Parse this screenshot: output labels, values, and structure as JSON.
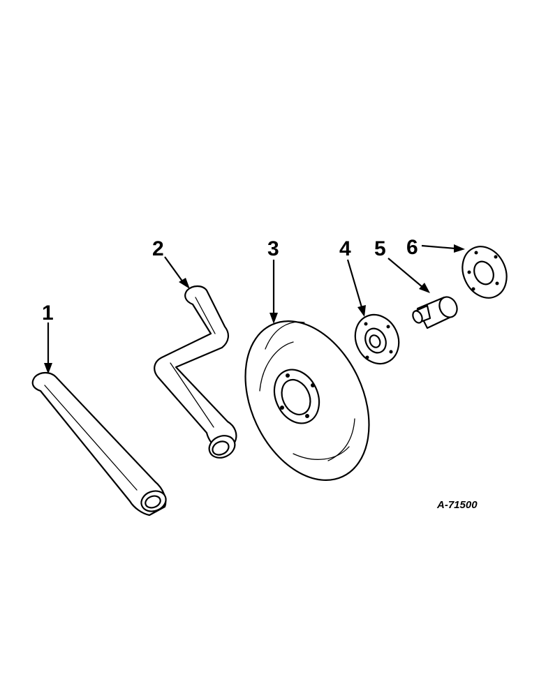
{
  "diagram": {
    "callouts": [
      {
        "id": "1",
        "label": "1"
      },
      {
        "id": "2",
        "label": "2"
      },
      {
        "id": "3",
        "label": "3"
      },
      {
        "id": "4",
        "label": "4"
      },
      {
        "id": "5",
        "label": "5"
      },
      {
        "id": "6",
        "label": "6"
      }
    ],
    "reference": "A-71500",
    "colors": {
      "ink": "#000000",
      "paper": "#ffffff"
    }
  }
}
